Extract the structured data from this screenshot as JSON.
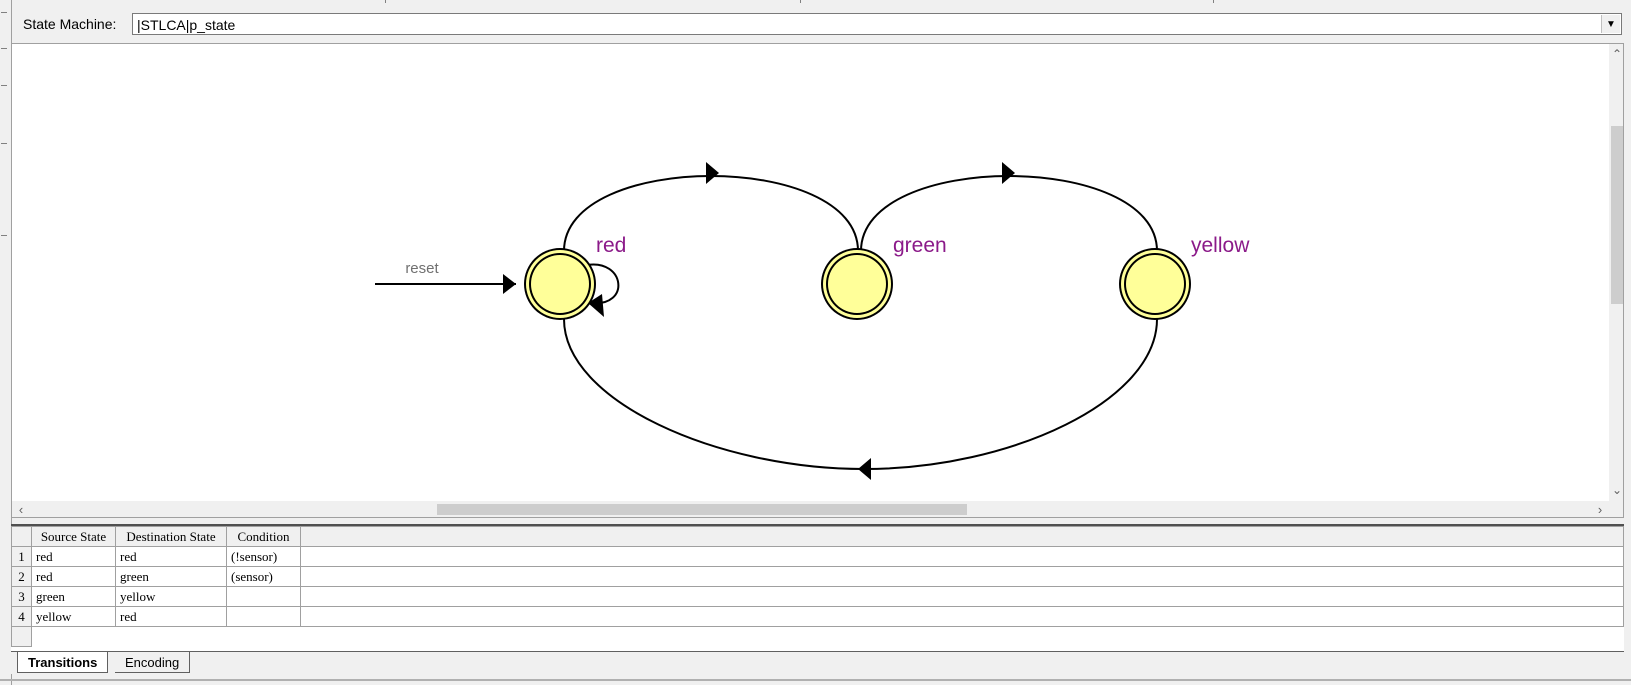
{
  "header": {
    "state_machine_label": "State Machine:",
    "state_machine_value": "|STLCA|p_state"
  },
  "colors": {
    "state_fill": "#ffff99",
    "state_label": "#8b1a89",
    "reset_label": "#707070"
  },
  "diagram": {
    "reset_label": "reset",
    "states": [
      {
        "id": "red",
        "label": "red"
      },
      {
        "id": "green",
        "label": "green"
      },
      {
        "id": "yellow",
        "label": "yellow"
      }
    ]
  },
  "transitions_table": {
    "columns": [
      "Source State",
      "Destination State",
      "Condition"
    ],
    "rows": [
      {
        "num": "1",
        "source": "red",
        "dest": "red",
        "cond": "(!sensor)"
      },
      {
        "num": "2",
        "source": "red",
        "dest": "green",
        "cond": "(sensor)"
      },
      {
        "num": "3",
        "source": "green",
        "dest": "yellow",
        "cond": ""
      },
      {
        "num": "4",
        "source": "yellow",
        "dest": "red",
        "cond": ""
      }
    ]
  },
  "tabs": [
    {
      "label": "Transitions"
    },
    {
      "label": "Encoding"
    }
  ]
}
